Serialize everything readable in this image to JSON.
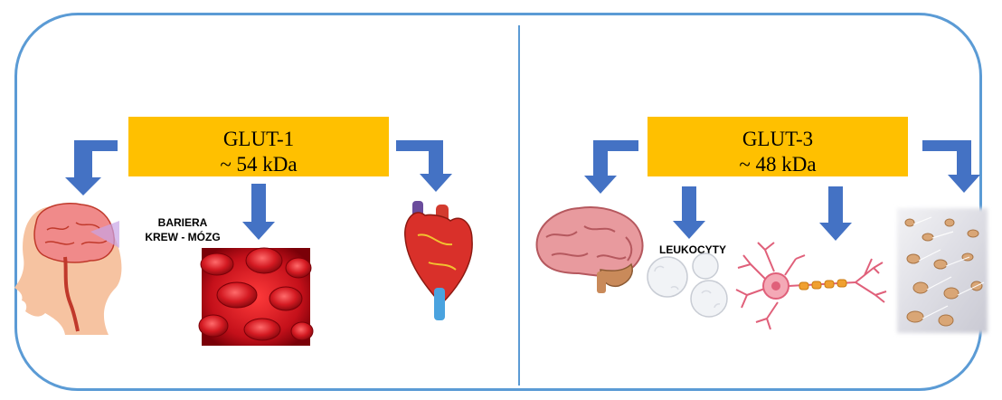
{
  "left_panel": {
    "transporter": {
      "name": "GLUT-1",
      "mass": "~ 54 kDa"
    },
    "labels": {
      "barrier_line1": "BARIERA",
      "barrier_line2": "KREW - MÓZG"
    },
    "targets": [
      "brain-head-icon",
      "red-blood-cells-image",
      "heart-icon"
    ]
  },
  "right_panel": {
    "transporter": {
      "name": "GLUT-3",
      "mass": "~ 48 kDa"
    },
    "labels": {
      "leukocytes": "LEUKOCYTY"
    },
    "targets": [
      "brain-icon",
      "leukocytes-icon",
      "neuron-icon",
      "sperm-cells-image"
    ]
  },
  "colors": {
    "frame": "#5b9bd5",
    "box": "#ffc000",
    "arrow": "#4472c4"
  }
}
